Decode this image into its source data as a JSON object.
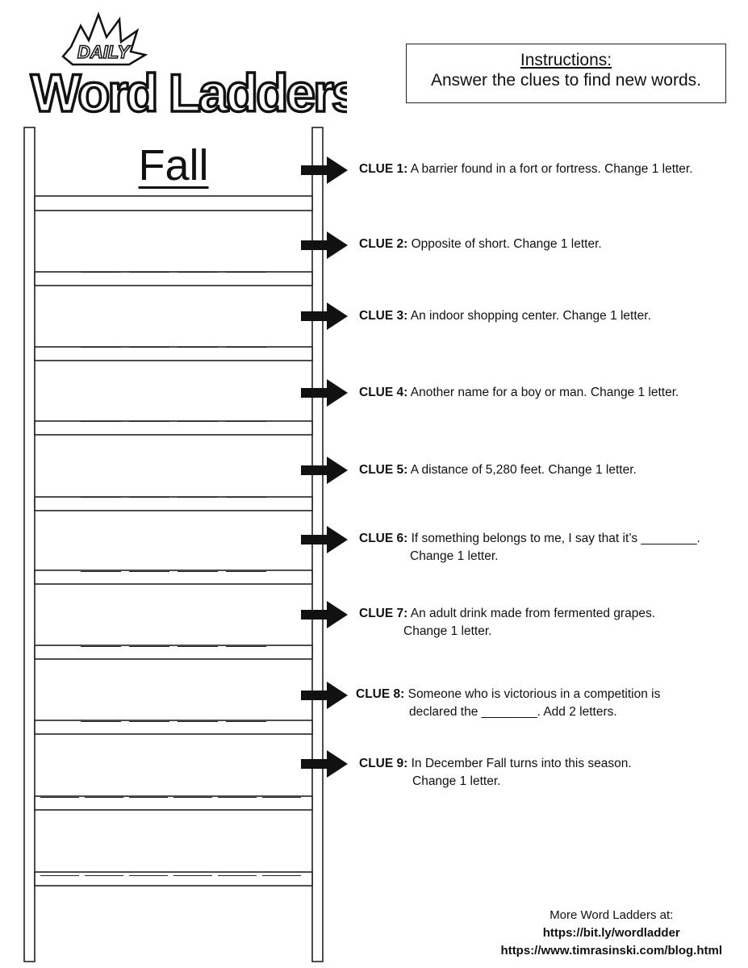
{
  "logo": {
    "top_text": "DAILY",
    "main_text": "Word Ladders"
  },
  "instructions": {
    "title": "Instructions:",
    "body": "Answer the clues to find new words."
  },
  "start_word": "Fall",
  "clues": [
    {
      "label": "CLUE 1:",
      "text": " A barrier found in a fort or fortress.  Change 1 letter.",
      "cont": ""
    },
    {
      "label": "CLUE 2:",
      "text": " Opposite of short.   Change 1 letter.",
      "cont": ""
    },
    {
      "label": "CLUE 3:",
      "text": " An indoor shopping center.  Change 1 letter.",
      "cont": ""
    },
    {
      "label": "CLUE 4:",
      "text": " Another name for a boy or man.  Change 1 letter.",
      "cont": ""
    },
    {
      "label": "CLUE 5:",
      "text": " A distance of 5,280 feet.   Change 1 letter.",
      "cont": ""
    },
    {
      "label": "CLUE 6:",
      "text": " If something belongs to me, I say that it’s ________.",
      "cont": "Change 1 letter."
    },
    {
      "label": "CLUE 7:",
      "text": " An adult drink made from fermented grapes.",
      "cont": "Change 1 letter."
    },
    {
      "label": "CLUE 8:",
      "text": "  Someone who is victorious in a competition is",
      "cont": "declared the ________.  Add 2 letters."
    },
    {
      "label": "CLUE 9:",
      "text": " In December Fall turns into this season.",
      "cont": "Change 1 letter."
    }
  ],
  "footer": {
    "line1": "More Word Ladders at:",
    "link1": "https://bit.ly/wordladder",
    "link2": "https://www.timrasinski.com/blog.html"
  }
}
